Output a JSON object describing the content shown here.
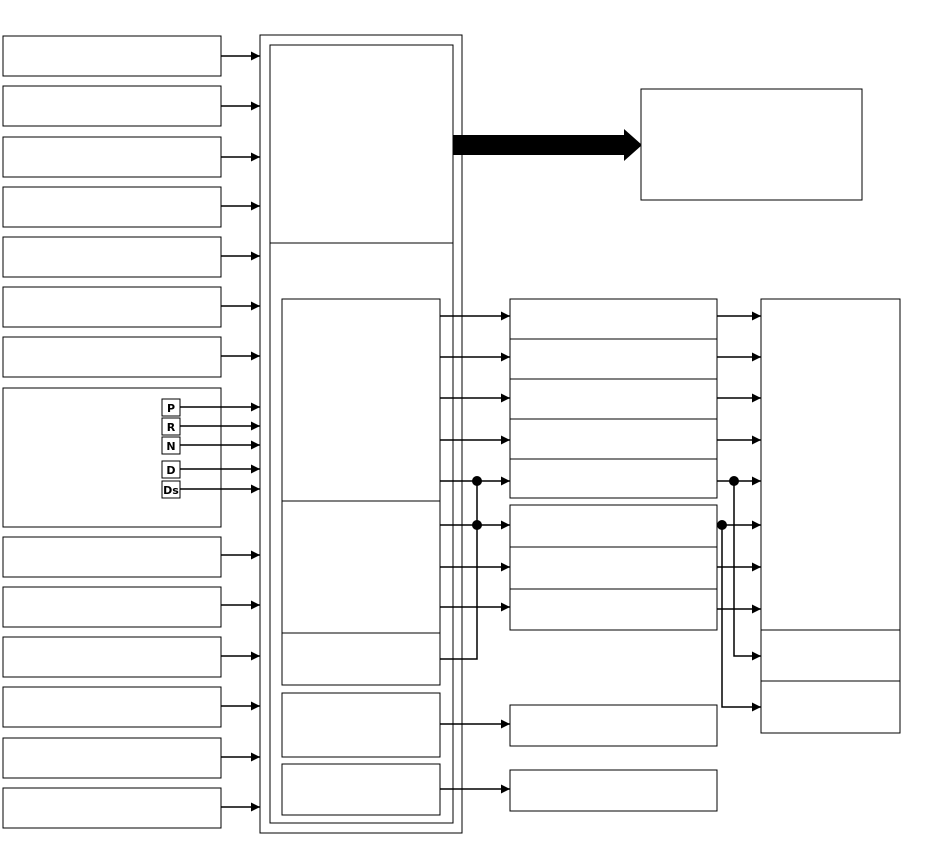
{
  "colors": {
    "stroke": "#000000",
    "fill": "#ffffff",
    "connector": "#000000"
  },
  "shift_selector": {
    "positions": [
      "P",
      "R",
      "N",
      "D",
      "Ds"
    ]
  }
}
